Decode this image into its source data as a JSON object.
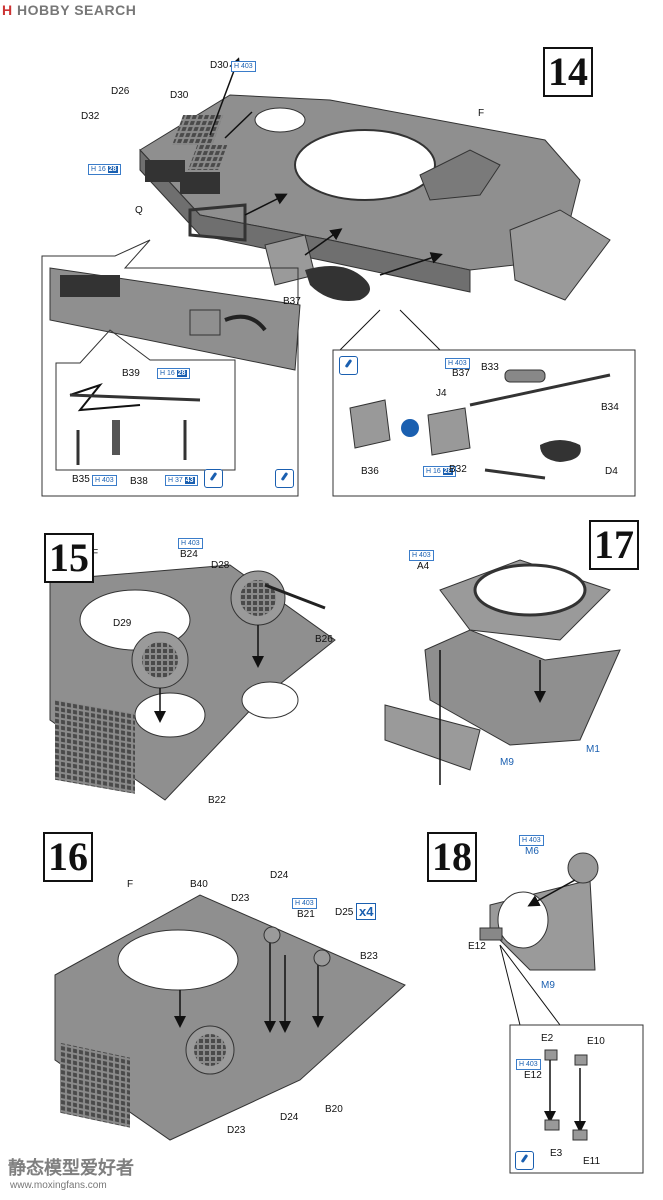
{
  "header": {
    "logo_mark": "H",
    "logo_text": "HOBBY SEARCH"
  },
  "steps": {
    "s14": "14",
    "s15": "15",
    "s16": "16",
    "s17": "17",
    "s18": "18"
  },
  "tags": {
    "h": "H",
    "t403": "403",
    "t16": "16",
    "t28": "28",
    "t37": "37",
    "t43": "43"
  },
  "step14": {
    "labels": [
      "D30",
      "D26",
      "D30",
      "D32",
      "Q",
      "F",
      "B37",
      "B39",
      "B35",
      "B38",
      "B33",
      "B37",
      "B34",
      "J4",
      "B36",
      "B32",
      "D4"
    ]
  },
  "step15": {
    "labels": [
      "F",
      "B24",
      "D28",
      "D29",
      "B26",
      "B22"
    ]
  },
  "step16": {
    "labels": [
      "F",
      "B40",
      "D24",
      "D23",
      "B21",
      "D25",
      "B23",
      "D23",
      "D24",
      "B20"
    ],
    "qty": "x4"
  },
  "step17": {
    "labels": [
      "A4",
      "M1",
      "M9"
    ]
  },
  "step18": {
    "labels": [
      "M6",
      "E12",
      "M9",
      "E2",
      "E10",
      "E12",
      "E3",
      "E11"
    ]
  },
  "footer": {
    "watermark": "静态模型爱好者",
    "url": "www.moxingfans.com"
  }
}
